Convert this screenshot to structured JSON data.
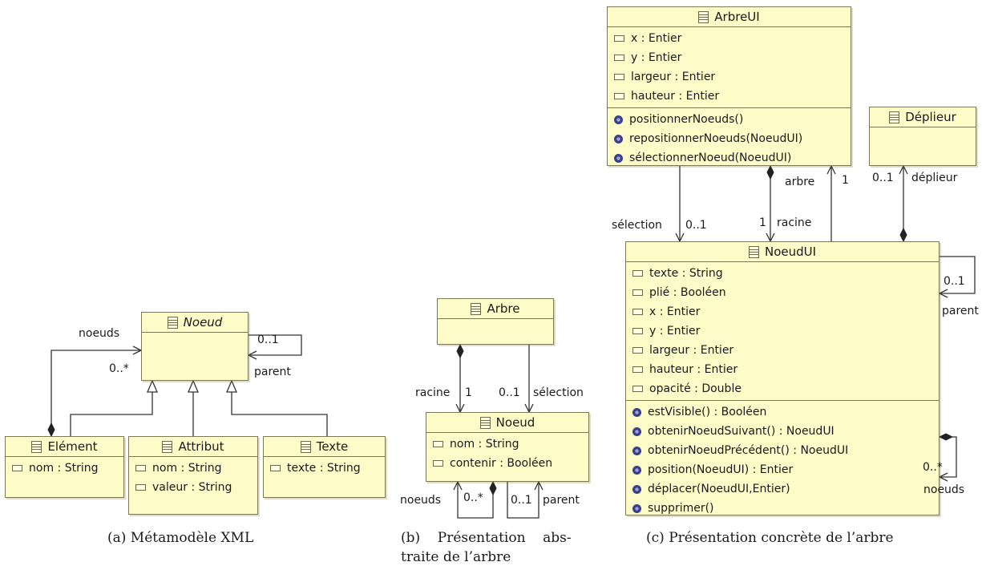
{
  "diagram_a": {
    "caption": "(a) Métamodèle XML",
    "noeud": {
      "name": "Noeud"
    },
    "element": {
      "name": "Elément",
      "attrs": [
        "nom : String"
      ]
    },
    "attribut": {
      "name": "Attribut",
      "attrs": [
        "nom : String",
        "valeur : String"
      ]
    },
    "texte": {
      "name": "Texte",
      "attrs": [
        "texte : String"
      ]
    },
    "labels": {
      "noeuds": "noeuds",
      "noeuds_mult": "0..*",
      "parent": "parent",
      "parent_mult": "0..1"
    }
  },
  "diagram_b": {
    "caption_line1": "(b)    Présentation    abs-",
    "caption_line2": "traite de l’arbre",
    "arbre": {
      "name": "Arbre"
    },
    "noeud": {
      "name": "Noeud",
      "attrs": [
        "nom : String",
        "contenir : Booléen"
      ]
    },
    "labels": {
      "racine": "racine",
      "racine_mult": "1",
      "selection_mult": "0..1",
      "selection": "sélection",
      "noeuds": "noeuds",
      "noeuds_mult": "0..*",
      "parent_mult": "0..1",
      "parent": "parent"
    }
  },
  "diagram_c": {
    "caption": "(c) Présentation concrète de l’arbre",
    "arbreui": {
      "name": "ArbreUI",
      "attrs": [
        "x : Entier",
        "y : Entier",
        "largeur : Entier",
        "hauteur : Entier"
      ],
      "ops": [
        "positionnerNoeuds()",
        "repositionnerNoeuds(NoeudUI)",
        "sélectionnerNoeud(NoeudUI)"
      ]
    },
    "deplieur": {
      "name": "Déplieur"
    },
    "noeudui": {
      "name": "NoeudUI",
      "attrs": [
        "texte : String",
        "plié : Booléen",
        "x : Entier",
        "y : Entier",
        "largeur : Entier",
        "hauteur : Entier",
        "opacité : Double"
      ],
      "ops": [
        "estVisible() : Booléen",
        "obtenirNoeudSuivant() : NoeudUI",
        "obtenirNoeudPrécédent() : NoeudUI",
        "position(NoeudUI) : Entier",
        "déplacer(NoeudUI,Entier)",
        "supprimer()"
      ]
    },
    "labels": {
      "selection": "sélection",
      "selection_mult": "0..1",
      "arbre": "arbre",
      "arbre_mult": "1",
      "racine_mult": "1",
      "racine": "racine",
      "deplieur_mult": "0..1",
      "deplieur": "déplieur",
      "parent_mult": "0..1",
      "parent": "parent",
      "noeuds_mult": "0..*",
      "noeuds": "noeuds"
    }
  }
}
